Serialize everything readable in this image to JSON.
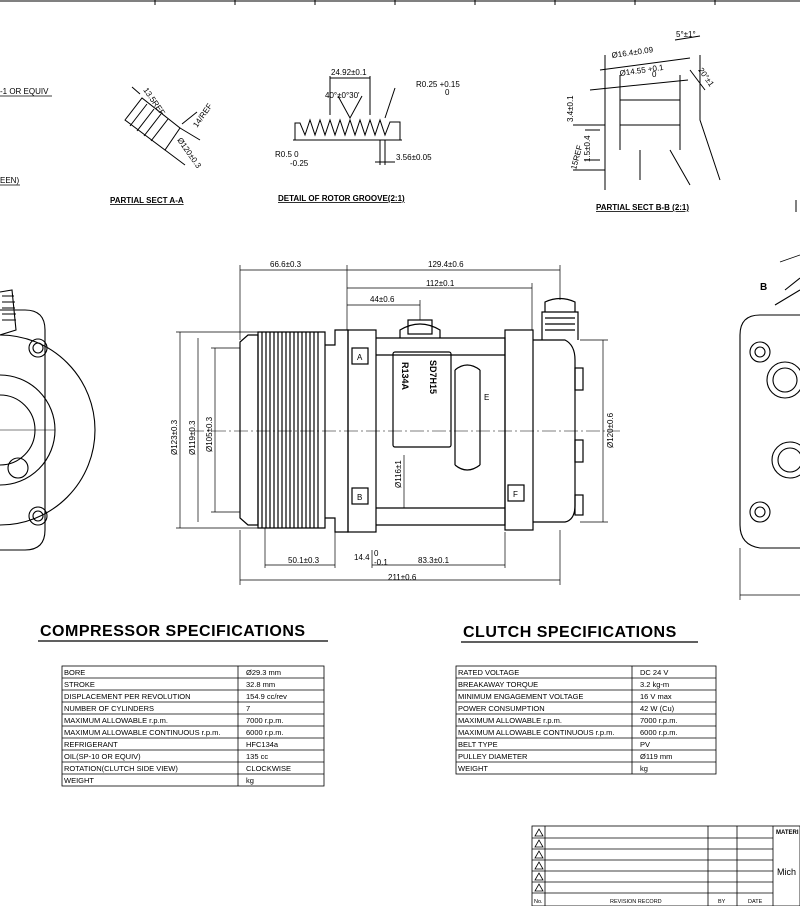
{
  "fragments": {
    "left_note1": "-1 OR EQUIV",
    "left_note2": "EEN)"
  },
  "partial_a": {
    "caption": "PARTIAL SECT A-A",
    "dims": [
      "13.5REF",
      "14/REF",
      "Ø120±0.3"
    ]
  },
  "rotor_groove": {
    "caption": "DETAIL OF ROTOR GROOVE(2:1)",
    "dims": [
      "24.92±0.1",
      "40°±0°30'",
      "R0.25 +0.15",
      "0",
      "R0.5  0",
      "-0.25",
      "3.56±0.05"
    ]
  },
  "partial_b": {
    "caption": "PARTIAL SECT B-B (2:1)",
    "dims": [
      "5°±1°",
      "Ø16.4±0.09",
      "Ø14.55 +0.1",
      "0",
      "20°±1",
      "3.4±0.1",
      "1.5±0.4",
      "15REF"
    ]
  },
  "main_view": {
    "top_dims": [
      "66.6±0.3",
      "129.4±0.6",
      "112±0.1",
      "44±0.6"
    ],
    "left_dims": [
      "Ø123±0.3",
      "Ø119±0.3",
      "Ø105±0.3"
    ],
    "right_dim": "Ø120±0.6",
    "body_dim": "Ø116±1",
    "bottom_dims": [
      "50.1±0.3",
      "14.4",
      "0",
      "-0.1",
      "83.3±0.1",
      "211±0.6"
    ],
    "label_model": "SD7H15",
    "label_refrigerant": "R134A",
    "markers": [
      "A",
      "B",
      "E",
      "F"
    ],
    "right_marker": "B"
  },
  "compressor_specs": {
    "title": "COMPRESSOR  SPECIFICATIONS",
    "rows": [
      [
        "BORE",
        "Ø29.3  mm"
      ],
      [
        "STROKE",
        "32.8  mm"
      ],
      [
        "DISPLACEMENT PER REVOLUTION",
        "154.9  cc/rev"
      ],
      [
        "NUMBER OF CYLINDERS",
        "7"
      ],
      [
        "MAXIMUM ALLOWABLE r.p.m.",
        "7000 r.p.m."
      ],
      [
        "MAXIMUM ALLOWABLE CONTINUOUS r.p.m.",
        "6000 r.p.m."
      ],
      [
        "REFRIGERANT",
        "HFC134a"
      ],
      [
        "OIL(SP-10 OR EQUIV)",
        "135   cc"
      ],
      [
        "ROTATION(CLUTCH SIDE VIEW)",
        "CLOCKWISE"
      ],
      [
        "WEIGHT",
        "kg"
      ]
    ]
  },
  "clutch_specs": {
    "title": "CLUTCH  SPECIFICATIONS",
    "rows": [
      [
        "RATED VOLTAGE",
        "DC 24  V"
      ],
      [
        "BREAKAWAY TORQUE",
        "3.2  kg-m"
      ],
      [
        "MINIMUM ENGAGEMENT VOLTAGE",
        "16  V  max"
      ],
      [
        "POWER CONSUMPTION",
        "42  W (Cu)"
      ],
      [
        "MAXIMUM ALLOWABLE r.p.m.",
        "7000  r.p.m."
      ],
      [
        "MAXIMUM ALLOWABLE CONTINUOUS r.p.m.",
        "6000  r.p.m."
      ],
      [
        "BELT TYPE",
        "PV"
      ],
      [
        "PULLEY DIAMETER",
        "Ø119  mm"
      ],
      [
        "WEIGHT",
        "kg"
      ]
    ]
  },
  "revision_block": {
    "col_no": "No.",
    "col_record": "REVISION RECORD",
    "col_by": "BY",
    "col_date": "DATE",
    "side_text": [
      "MATERI",
      "Mich"
    ]
  }
}
